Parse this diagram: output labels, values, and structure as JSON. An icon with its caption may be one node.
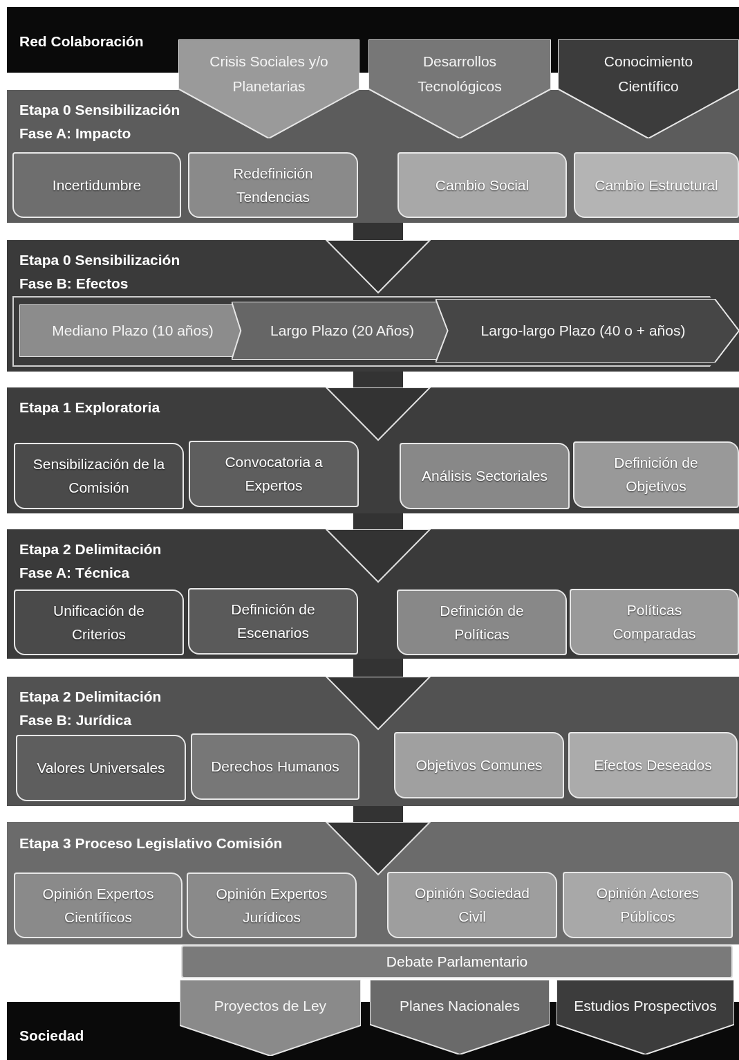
{
  "diagram": {
    "nodes": [
      {
        "text": [
          "Red Colaboración"
        ]
      },
      {
        "text": [
          "Crisis Sociales y/o Planetarias"
        ]
      },
      {
        "text": [
          "Desarrollos Tecnológicos"
        ]
      },
      {
        "text": [
          "Conocimiento Científico"
        ]
      },
      {
        "text": [
          "Etapa 0 Sensibilización",
          "Fase A: Impacto"
        ]
      },
      {
        "text": [
          "Incertidumbre"
        ],
        "in": 4
      },
      {
        "text": [
          "Redefinición Tendencias"
        ],
        "in": 4
      },
      {
        "text": [
          "Cambio Social"
        ],
        "in": 4
      },
      {
        "text": [
          "Cambio Estructural"
        ],
        "in": 4
      },
      {
        "text": [
          "Etapa 0 Sensibilización",
          "Fase B: Efectos"
        ]
      },
      {
        "text": [
          "Mediano Plazo (10 años)"
        ],
        "in": 9
      },
      {
        "text": [
          "Largo Plazo (20 Años)"
        ],
        "in": 9
      },
      {
        "text": [
          "Largo-largo Plazo (40 o + años)"
        ],
        "in": 9
      },
      {
        "text": [
          "Etapa 1 Exploratoria"
        ]
      },
      {
        "text": [
          "Sensibilización de la Comisión"
        ],
        "in": 13
      },
      {
        "text": [
          "Convocatoria a Expertos"
        ],
        "in": 13
      },
      {
        "text": [
          "Análisis Sectoriales"
        ],
        "in": 13
      },
      {
        "text": [
          "Definición de Objetivos"
        ],
        "in": 13
      },
      {
        "text": [
          "Etapa 2 Delimitación",
          "Fase A: Técnica"
        ]
      },
      {
        "text": [
          "Unificación de Criterios"
        ],
        "in": 18
      },
      {
        "text": [
          "Definición de Escenarios"
        ],
        "in": 18
      },
      {
        "text": [
          "Definición de Políticas"
        ],
        "in": 18
      },
      {
        "text": [
          "Políticas Comparadas"
        ],
        "in": 18
      },
      {
        "text": [
          "Etapa 2 Delimitación",
          "Fase B: Jurídica"
        ]
      },
      {
        "text": [
          "Valores Universales"
        ],
        "in": 23
      },
      {
        "text": [
          "Derechos Humanos"
        ],
        "in": 23
      },
      {
        "text": [
          "Objetivos Comunes"
        ],
        "in": 23
      },
      {
        "text": [
          "Efectos Deseados"
        ],
        "in": 23
      },
      {
        "text": [
          "Etapa 3 Proceso Legislativo Comisión"
        ]
      },
      {
        "text": [
          "Opinión Expertos Científicos"
        ],
        "in": 28
      },
      {
        "text": [
          "Opinión Expertos Jurídicos"
        ],
        "in": 28
      },
      {
        "text": [
          "Opinión Sociedad Civil"
        ],
        "in": 28
      },
      {
        "text": [
          "Opinión Actores Públicos"
        ],
        "in": 28
      },
      {
        "text": [
          "Debate Parlamentario"
        ]
      },
      {
        "text": [
          "Sociedad"
        ]
      },
      {
        "text": [
          "Proyectos de Ley"
        ]
      },
      {
        "text": [
          "Planes Nacionales"
        ]
      },
      {
        "text": [
          "Estudios Prospectivos"
        ]
      }
    ],
    "edges": [
      {
        "from": 4,
        "to": 9,
        "arrow": "to"
      },
      {
        "from": 9,
        "to": 13,
        "arrow": "to"
      },
      {
        "from": 13,
        "to": 18,
        "arrow": "to"
      },
      {
        "from": 18,
        "to": 23,
        "arrow": "to"
      },
      {
        "from": 23,
        "to": 28,
        "arrow": "to"
      }
    ]
  }
}
